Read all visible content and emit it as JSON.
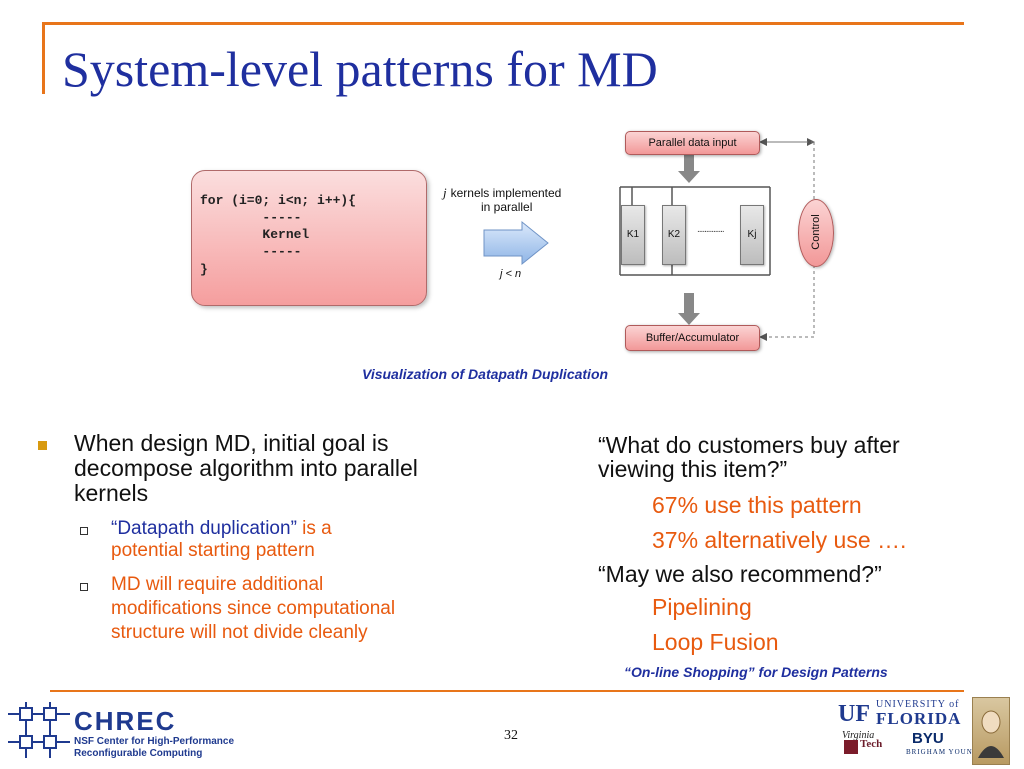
{
  "slide": {
    "title": "System-level patterns for MD",
    "page_number": "32"
  },
  "figure": {
    "code_lines": [
      "for (i=0; i<n; i++){",
      "        -----",
      "        Kernel",
      "        -----",
      "}"
    ],
    "arrow_label_var": "j",
    "arrow_label_text": "kernels implemented",
    "arrow_label_text2": "in parallel",
    "arrow_condition": "j < n",
    "parallel_input": "Parallel data input",
    "kernels": [
      "K1",
      "K2",
      "Kj"
    ],
    "dots": "...............",
    "buffer": "Buffer/Accumulator",
    "control": "Control",
    "caption": "Visualization of Datapath Duplication"
  },
  "left_column": {
    "bullet_line1": "When design MD, initial goal is",
    "bullet_line2": "decompose algorithm into parallel",
    "bullet_line3": "kernels",
    "sub1_quote": "“Datapath duplication”",
    "sub1_rest": " is a",
    "sub1_line2": "potential starting pattern",
    "sub2_line1": "MD will require additional",
    "sub2_line2": "modifications since computational",
    "sub2_line3": "structure will not divide cleanly"
  },
  "right_column": {
    "q1_line1": "“What do customers buy after",
    "q1_line2": "viewing this item?”",
    "a1": "67% use this pattern",
    "a2": "37% alternatively use ….",
    "q2": "“May we also recommend?”",
    "a3": "Pipelining",
    "a4": "Loop Fusion",
    "caption": "“On-line Shopping” for Design Patterns"
  },
  "footer": {
    "chrec": "CHREC",
    "chrec_sub1": "NSF Center for High-Performance",
    "chrec_sub2": "Reconfigurable Computing",
    "uf_letters": "UF",
    "uf_university": "UNIVERSITY of",
    "uf_florida": "FLORIDA",
    "vt_word1": "Virginia",
    "vt_word2": "Tech",
    "byu": "BYU",
    "byu_sub": "BRIGHAM YOUNG"
  },
  "colors": {
    "accent_rule": "#e8751a",
    "title_blue": "#1f2f9f",
    "highlight_orange": "#e85a0f",
    "bullet_gold": "#d89a10"
  }
}
